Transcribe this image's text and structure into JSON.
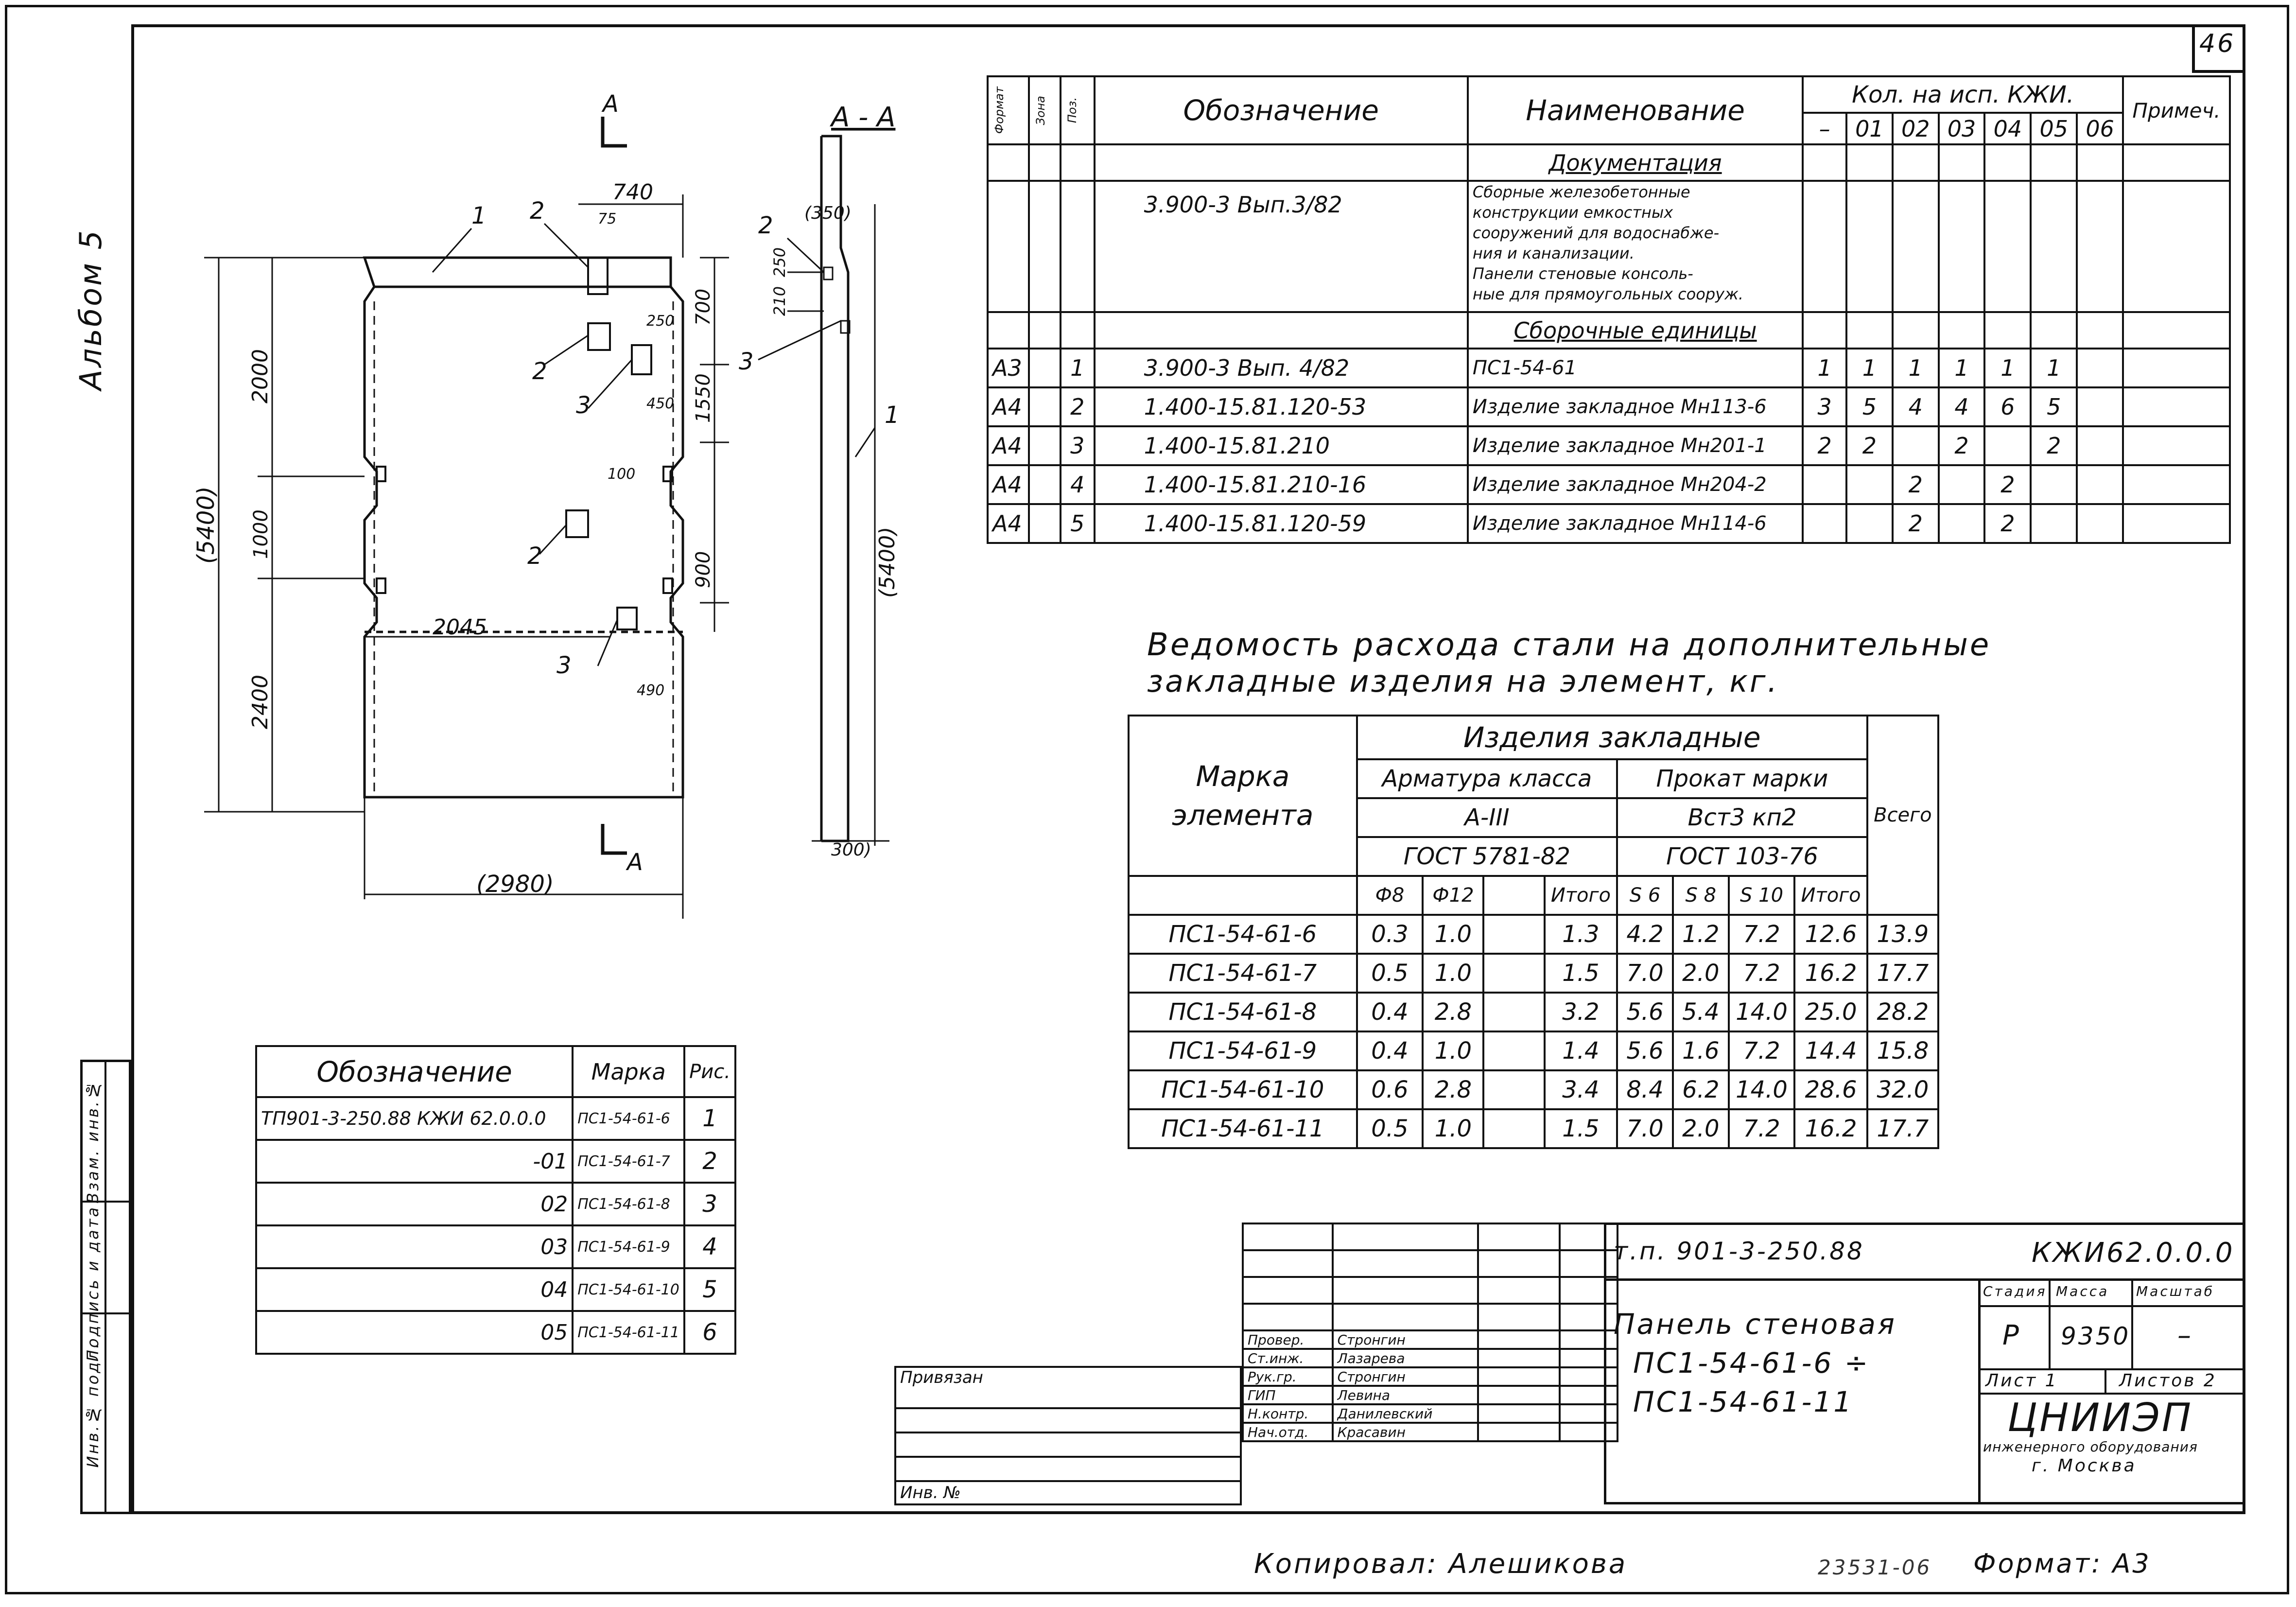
{
  "sheet_number": "46",
  "album": "Альбом 5",
  "drawing": {
    "section_label": "А - А",
    "cut_mark": "А",
    "dims": {
      "top_width": "740",
      "overall_height": "(5400)",
      "upper_part": "2000",
      "mid_part": "1000",
      "lower_part": "2400",
      "offset_2045": "2045",
      "bottom_width": "(2980)",
      "right_700": "700",
      "right_1550": "1550",
      "right_900": "900",
      "side_height": "(5400)",
      "side_top": "(350)",
      "side_bottom": "300)",
      "side_210": "210",
      "side_250": "250",
      "small_75": "75",
      "small_100": "100",
      "small_450": "450",
      "small_490": "490",
      "small_250": "250"
    },
    "callouts": [
      "1",
      "2",
      "3"
    ]
  },
  "spec": {
    "headers": {
      "format": "Формат",
      "zone": "Зона",
      "pos": "Поз.",
      "designation": "Обозначение",
      "name": "Наименование",
      "qty": "Кол. на исп. КЖИ.",
      "note": "Примеч."
    },
    "qty_cols": [
      "–",
      "01",
      "02",
      "03",
      "04",
      "05",
      "06"
    ],
    "section_docs": "Документация",
    "doc_designation": "3.900-3 Вып.3/82",
    "doc_name_lines": [
      "Сборные железобетонные",
      "конструкции емкостных",
      "сооружений для водоснабже-",
      "ния и канализации.",
      "Панели стеновые консоль-",
      "ные для прямоугольных сооруж."
    ],
    "section_asm": "Сборочные единицы",
    "rows": [
      {
        "format": "А3",
        "pos": "1",
        "designation": "3.900-3 Вып. 4/82",
        "name": "ПС1-54-61",
        "qty": [
          "1",
          "1",
          "1",
          "1",
          "1",
          "1",
          ""
        ]
      },
      {
        "format": "А4",
        "pos": "2",
        "designation": "1.400-15.81.120-53",
        "name": "Изделие закладное Мн113-6",
        "qty": [
          "3",
          "5",
          "4",
          "4",
          "6",
          "5",
          ""
        ]
      },
      {
        "format": "А4",
        "pos": "3",
        "designation": "1.400-15.81.210",
        "name": "Изделие закладное Мн201-1",
        "qty": [
          "2",
          "2",
          "",
          "2",
          "",
          "2",
          ""
        ]
      },
      {
        "format": "А4",
        "pos": "4",
        "designation": "1.400-15.81.210-16",
        "name": "Изделие закладное Мн204-2",
        "qty": [
          "",
          "",
          "2",
          "",
          "2",
          "",
          ""
        ]
      },
      {
        "format": "А4",
        "pos": "5",
        "designation": "1.400-15.81.120-59",
        "name": "Изделие закладное Мн114-6",
        "qty": [
          "",
          "",
          "2",
          "",
          "2",
          "",
          ""
        ]
      }
    ]
  },
  "steel": {
    "title_line1": "Ведомость расхода стали на дополнительные",
    "title_line2": "закладные изделия на элемент, кг.",
    "h_mark": "Марка элемента",
    "h_items": "Изделия закладные",
    "h_rebar": "Арматура класса",
    "h_rebar_class": "А-III",
    "h_rebar_gost": "ГОСТ 5781-82",
    "h_rolled": "Прокат марки",
    "h_rolled_grade": "Вст3 кп2",
    "h_rolled_gost": "ГОСТ 103-76",
    "h_total": "Всего",
    "sub": [
      "Ф8",
      "Ф12",
      "",
      "Итого",
      "S 6",
      "S 8",
      "S 10",
      "Итого"
    ],
    "rows": [
      [
        "ПС1-54-61-6",
        "0.3",
        "1.0",
        "",
        "1.3",
        "4.2",
        "1.2",
        "7.2",
        "12.6",
        "13.9"
      ],
      [
        "ПС1-54-61-7",
        "0.5",
        "1.0",
        "",
        "1.5",
        "7.0",
        "2.0",
        "7.2",
        "16.2",
        "17.7"
      ],
      [
        "ПС1-54-61-8",
        "0.4",
        "2.8",
        "",
        "3.2",
        "5.6",
        "5.4",
        "14.0",
        "25.0",
        "28.2"
      ],
      [
        "ПС1-54-61-9",
        "0.4",
        "1.0",
        "",
        "1.4",
        "5.6",
        "1.6",
        "7.2",
        "14.4",
        "15.8"
      ],
      [
        "ПС1-54-61-10",
        "0.6",
        "2.8",
        "",
        "3.4",
        "8.4",
        "6.2",
        "14.0",
        "28.6",
        "32.0"
      ],
      [
        "ПС1-54-61-11",
        "0.5",
        "1.0",
        "",
        "1.5",
        "7.0",
        "2.0",
        "7.2",
        "16.2",
        "17.7"
      ]
    ]
  },
  "variants": {
    "headers": [
      "Обозначение",
      "Марка",
      "Рис."
    ],
    "rows": [
      [
        "ТП901-3-250.88 КЖИ 62.0.0.0",
        "ПС1-54-61-6",
        "1"
      ],
      [
        "-01",
        "ПС1-54-61-7",
        "2"
      ],
      [
        "02",
        "ПС1-54-61-8",
        "3"
      ],
      [
        "03",
        "ПС1-54-61-9",
        "4"
      ],
      [
        "04",
        "ПС1-54-61-10",
        "5"
      ],
      [
        "05",
        "ПС1-54-61-11",
        "6"
      ]
    ]
  },
  "stamp": {
    "project": "т.п. 901-3-250.88",
    "code": "КЖИ62.0.0.0",
    "title_lines": [
      "Панель стеновая",
      "ПС1-54-61-6 ÷",
      "ПС1-54-61-11"
    ],
    "stage_h": "Стадия",
    "mass_h": "Масса",
    "scale_h": "Масштаб",
    "stage": "Р",
    "mass": "9350",
    "scale": "–",
    "sheet": "Лист 1",
    "sheets": "Листов 2",
    "org": "ЦНИИЭП",
    "org_sub": "инженерного оборудования",
    "city": "г. Москва",
    "privyazan": "Привязан",
    "inv_no": "Инв. №",
    "people": [
      [
        "Провер.",
        "Стронгин"
      ],
      [
        "Ст.инж.",
        "Лазарева"
      ],
      [
        "Рук.гр.",
        "Стронгин"
      ],
      [
        "ГИП",
        "Левина"
      ],
      [
        "Н.контр.",
        "Данилевский"
      ],
      [
        "Нач.отд.",
        "Красавин"
      ]
    ],
    "side_labels": [
      "Инв.№ подл.",
      "Подпись и дата",
      "Взам. инв.№"
    ]
  },
  "footer": {
    "copied": "Копировал: Алешикова",
    "num": "23531-06",
    "format": "Формат: А3"
  }
}
